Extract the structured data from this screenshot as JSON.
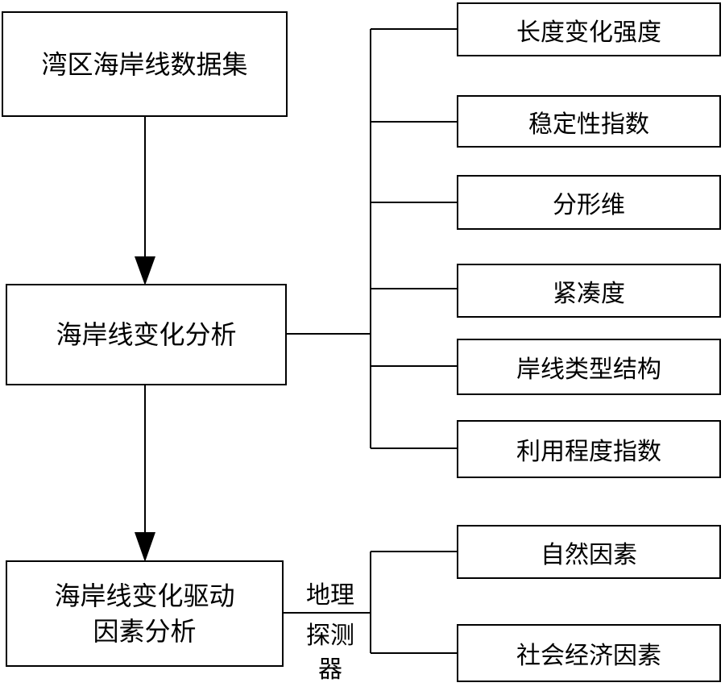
{
  "main_steps": [
    {
      "label": "湾区海岸线数据集"
    },
    {
      "label": "海岸线变化分析"
    },
    {
      "label": "海岸线变化驱动",
      "label2": "因素分析"
    }
  ],
  "indices": [
    {
      "label": "长度变化强度"
    },
    {
      "label": "稳定性指数"
    },
    {
      "label": "分形维"
    },
    {
      "label": "紧凑度"
    },
    {
      "label": "岸线类型结构"
    },
    {
      "label": "利用程度指数"
    }
  ],
  "factors": [
    {
      "label": "自然因素"
    },
    {
      "label": "社会经济因素"
    }
  ],
  "method": {
    "line1": "地理",
    "line2": "探测",
    "line3": "器"
  }
}
